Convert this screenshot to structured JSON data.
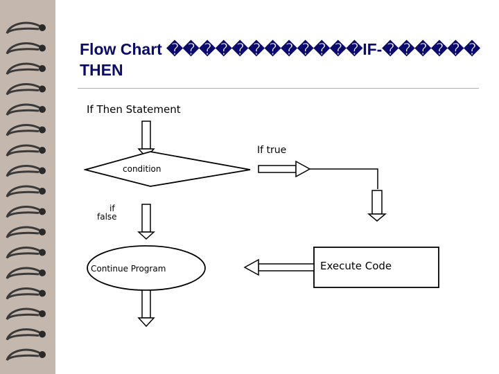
{
  "slide": {
    "title_line1": "Flow Chart ������������IF-������",
    "title_line2": "THEN"
  },
  "diagram": {
    "heading": "If Then Statement",
    "decision_label": "condition",
    "true_label": "If true",
    "false_label_line1": "if",
    "false_label_line2": "false",
    "process_label": "Execute Code",
    "continue_label": "Continue Program"
  },
  "colors": {
    "background_frame": "#c3b7ae",
    "title_text": "#0a0a6e",
    "diagram_stroke": "#000000"
  }
}
